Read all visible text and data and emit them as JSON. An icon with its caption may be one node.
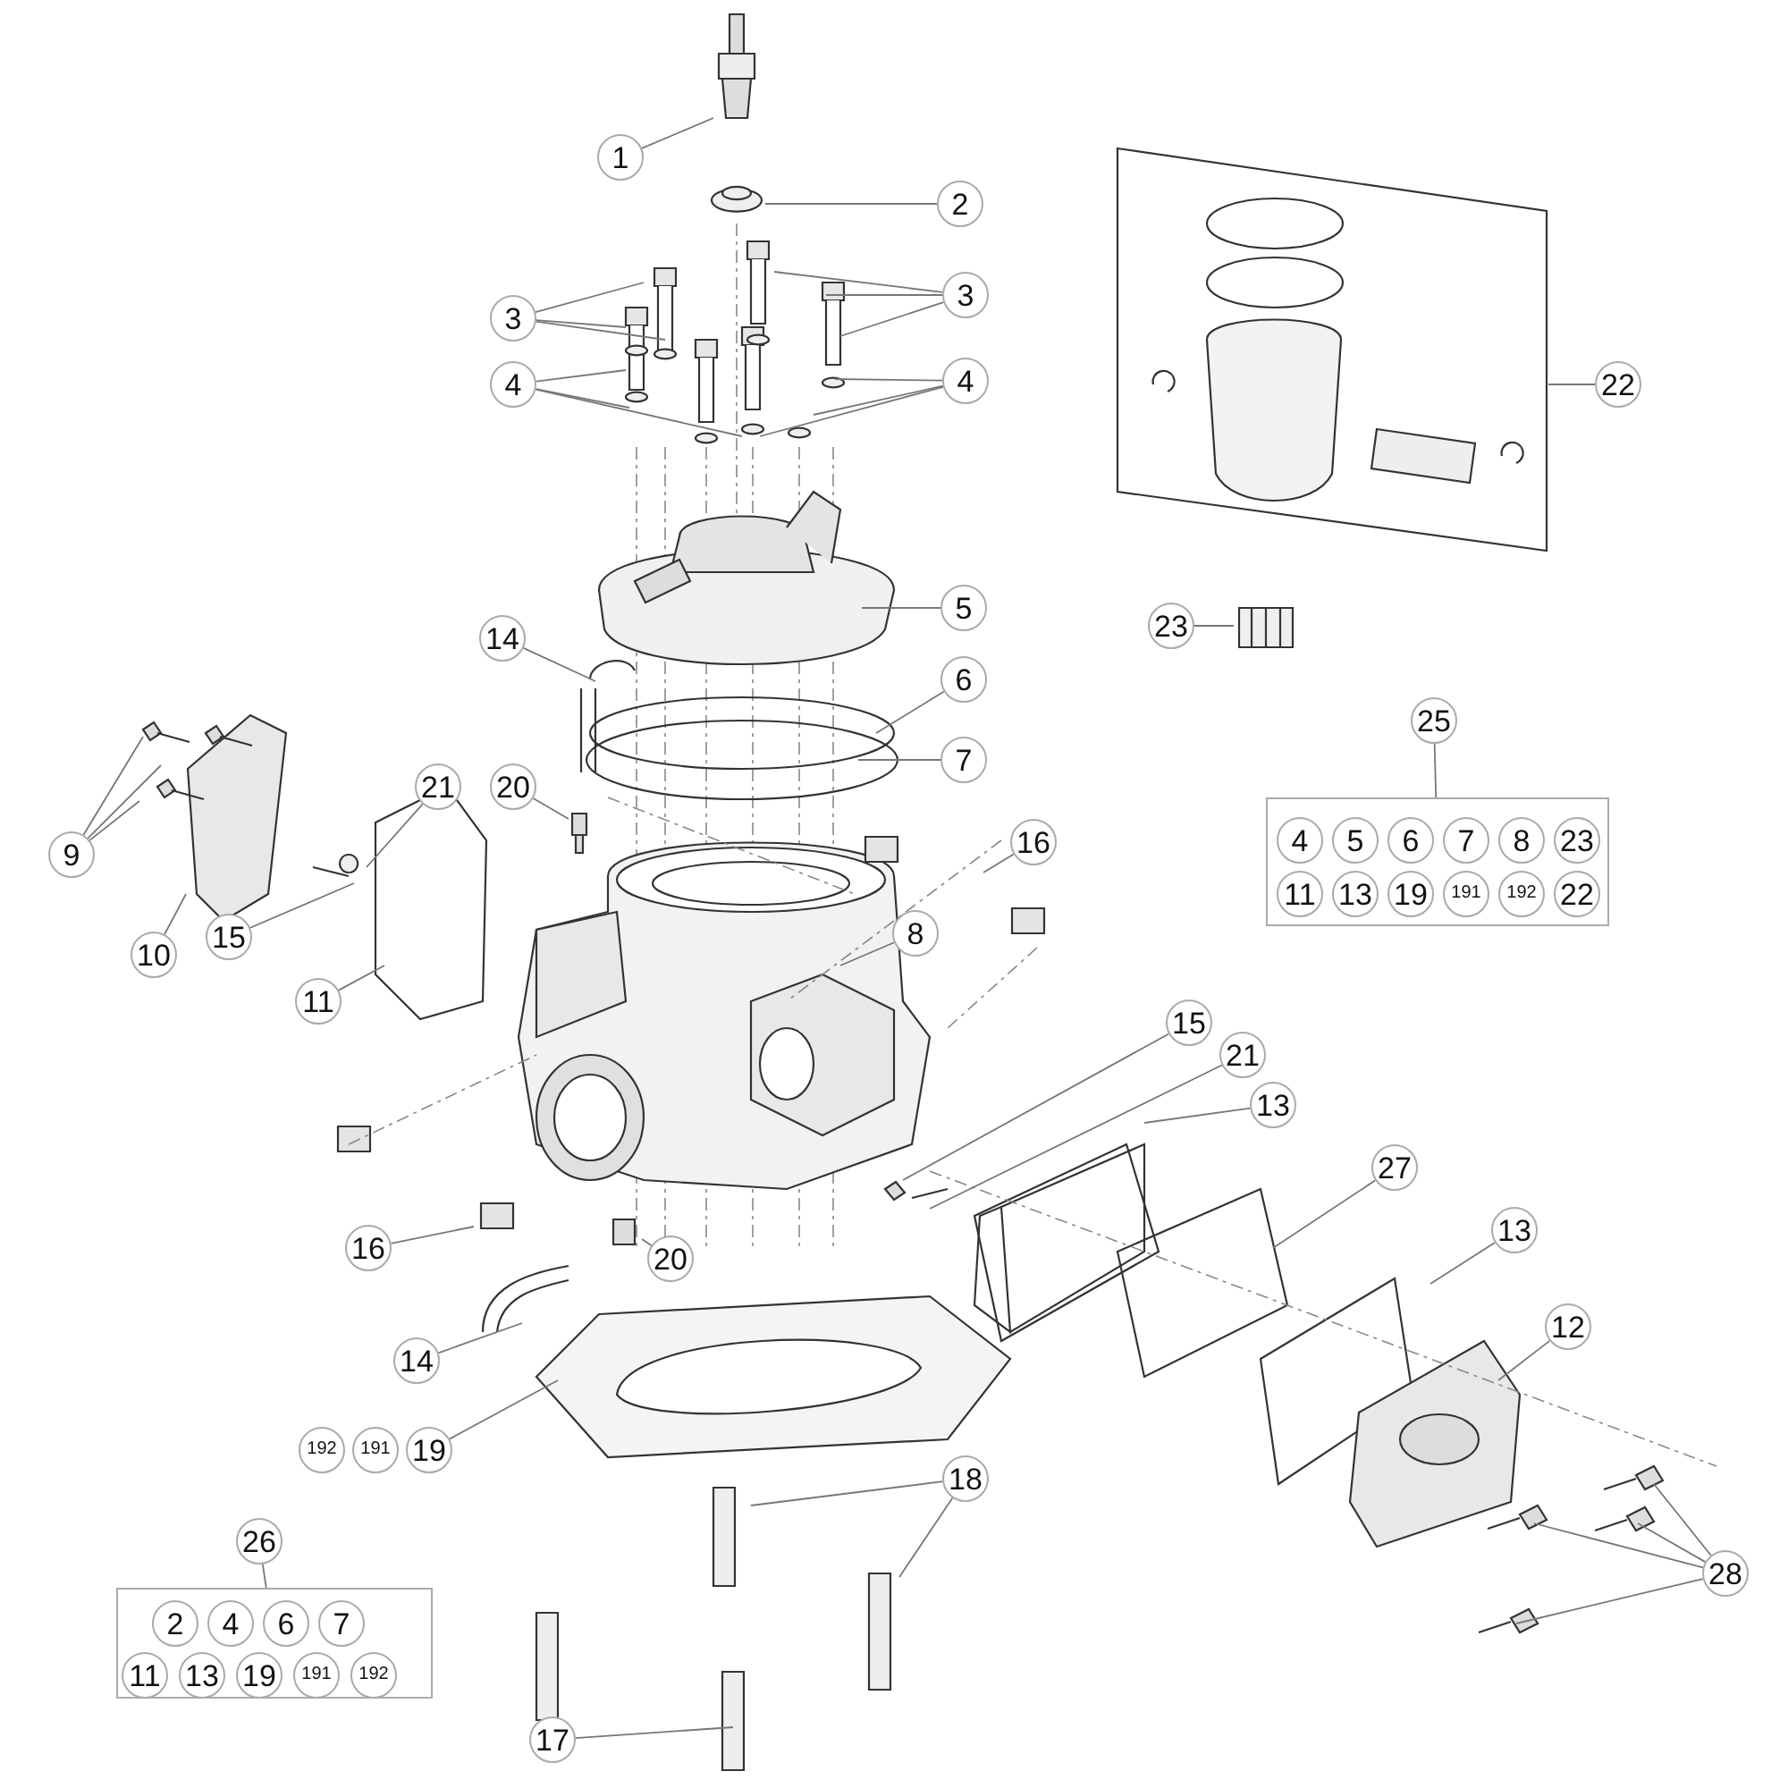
{
  "diagram": {
    "nodes": [
      {
        "text": [
          "1"
        ]
      },
      {
        "text": [
          "2"
        ]
      },
      {
        "text": [
          "3"
        ]
      },
      {
        "text": [
          "3"
        ]
      },
      {
        "text": [
          "4"
        ]
      },
      {
        "text": [
          "4"
        ]
      },
      {
        "text": [
          "22"
        ]
      },
      {
        "text": [
          "5"
        ]
      },
      {
        "text": [
          "23"
        ]
      },
      {
        "text": [
          "14"
        ]
      },
      {
        "text": [
          "6"
        ]
      },
      {
        "text": [
          "7"
        ]
      },
      {
        "text": [
          "21"
        ]
      },
      {
        "text": [
          "20"
        ]
      },
      {
        "text": [
          "25"
        ]
      },
      {
        "text": [],
        "shape": "box"
      },
      {
        "text": [
          "4"
        ],
        "in": 15
      },
      {
        "text": [
          "5"
        ],
        "in": 15
      },
      {
        "text": [
          "6"
        ],
        "in": 15
      },
      {
        "text": [
          "7"
        ],
        "in": 15
      },
      {
        "text": [
          "8"
        ],
        "in": 15
      },
      {
        "text": [
          "23"
        ],
        "in": 15
      },
      {
        "text": [
          "11"
        ],
        "in": 15
      },
      {
        "text": [
          "13"
        ],
        "in": 15
      },
      {
        "text": [
          "19"
        ],
        "in": 15
      },
      {
        "text": [
          "191"
        ],
        "in": 15
      },
      {
        "text": [
          "192"
        ],
        "in": 15
      },
      {
        "text": [
          "22"
        ],
        "in": 15
      },
      {
        "text": [
          "16"
        ]
      },
      {
        "text": [
          "9"
        ]
      },
      {
        "text": [
          "10"
        ]
      },
      {
        "text": [
          "15"
        ]
      },
      {
        "text": [
          "8"
        ]
      },
      {
        "text": [
          "11"
        ]
      },
      {
        "text": [
          "15"
        ]
      },
      {
        "text": [
          "21"
        ]
      },
      {
        "text": [
          "13"
        ]
      },
      {
        "text": [
          "27"
        ]
      },
      {
        "text": [
          "16"
        ]
      },
      {
        "text": [
          "20"
        ]
      },
      {
        "text": [
          "13"
        ]
      },
      {
        "text": [
          "12"
        ]
      },
      {
        "text": [
          "14"
        ]
      },
      {
        "text": [
          "192"
        ]
      },
      {
        "text": [
          "191"
        ]
      },
      {
        "text": [
          "19"
        ]
      },
      {
        "text": [
          "18"
        ]
      },
      {
        "text": [
          "26"
        ]
      },
      {
        "text": [],
        "shape": "box"
      },
      {
        "text": [
          "2"
        ],
        "in": 48
      },
      {
        "text": [
          "4"
        ],
        "in": 48
      },
      {
        "text": [
          "6"
        ],
        "in": 48
      },
      {
        "text": [
          "7"
        ],
        "in": 48
      },
      {
        "text": [
          "11"
        ],
        "in": 48
      },
      {
        "text": [
          "13"
        ],
        "in": 48
      },
      {
        "text": [
          "19"
        ],
        "in": 48
      },
      {
        "text": [
          "191"
        ],
        "in": 48
      },
      {
        "text": [
          "192"
        ],
        "in": 48
      },
      {
        "text": [
          "28"
        ]
      },
      {
        "text": [
          "17"
        ]
      }
    ],
    "edges": [
      {
        "from": 0,
        "to": null,
        "arrow": "none"
      },
      {
        "from": 1,
        "to": null,
        "arrow": "none"
      },
      {
        "from": 2,
        "to": null,
        "arrow": "none"
      },
      {
        "from": 2,
        "to": null,
        "arrow": "none"
      },
      {
        "from": 2,
        "to": null,
        "arrow": "none"
      },
      {
        "from": 3,
        "to": null,
        "arrow": "none"
      },
      {
        "from": 3,
        "to": null,
        "arrow": "none"
      },
      {
        "from": 3,
        "to": null,
        "arrow": "none"
      },
      {
        "from": 4,
        "to": null,
        "arrow": "none"
      },
      {
        "from": 4,
        "to": null,
        "arrow": "none"
      },
      {
        "from": 4,
        "to": null,
        "arrow": "none"
      },
      {
        "from": 5,
        "to": null,
        "arrow": "none"
      },
      {
        "from": 5,
        "to": null,
        "arrow": "none"
      },
      {
        "from": 5,
        "to": null,
        "arrow": "none"
      },
      {
        "from": 6,
        "to": null,
        "arrow": "none"
      },
      {
        "from": 7,
        "to": null,
        "arrow": "none"
      },
      {
        "from": 8,
        "to": null,
        "arrow": "none"
      },
      {
        "from": 9,
        "to": null,
        "arrow": "none"
      },
      {
        "from": 10,
        "to": null,
        "arrow": "none"
      },
      {
        "from": 11,
        "to": null,
        "arrow": "none"
      },
      {
        "from": 12,
        "to": null,
        "arrow": "none"
      },
      {
        "from": 13,
        "to": null,
        "arrow": "none"
      },
      {
        "from": 14,
        "to": 15,
        "arrow": "none"
      },
      {
        "from": 28,
        "to": null,
        "arrow": "none"
      },
      {
        "from": 29,
        "to": null,
        "arrow": "none"
      },
      {
        "from": 29,
        "to": null,
        "arrow": "none"
      },
      {
        "from": 29,
        "to": null,
        "arrow": "none"
      },
      {
        "from": 30,
        "to": null,
        "arrow": "none"
      },
      {
        "from": 31,
        "to": null,
        "arrow": "none"
      },
      {
        "from": 32,
        "to": null,
        "arrow": "none"
      },
      {
        "from": 33,
        "to": null,
        "arrow": "none"
      },
      {
        "from": 34,
        "to": null,
        "arrow": "none"
      },
      {
        "from": 35,
        "to": null,
        "arrow": "none"
      },
      {
        "from": 36,
        "to": null,
        "arrow": "none"
      },
      {
        "from": 37,
        "to": null,
        "arrow": "none"
      },
      {
        "from": 38,
        "to": null,
        "arrow": "none"
      },
      {
        "from": 39,
        "to": null,
        "arrow": "none"
      },
      {
        "from": 40,
        "to": null,
        "arrow": "none"
      },
      {
        "from": 41,
        "to": null,
        "arrow": "none"
      },
      {
        "from": 42,
        "to": null,
        "arrow": "none"
      },
      {
        "from": 45,
        "to": null,
        "arrow": "none"
      },
      {
        "from": 46,
        "to": null,
        "arrow": "none"
      },
      {
        "from": 46,
        "to": null,
        "arrow": "none"
      },
      {
        "from": 47,
        "to": 48,
        "arrow": "none"
      },
      {
        "from": 58,
        "to": null,
        "arrow": "none"
      },
      {
        "from": 58,
        "to": null,
        "arrow": "none"
      },
      {
        "from": 58,
        "to": null,
        "arrow": "none"
      },
      {
        "from": 58,
        "to": null,
        "arrow": "none"
      },
      {
        "from": 59,
        "to": null,
        "arrow": "none"
      }
    ]
  }
}
